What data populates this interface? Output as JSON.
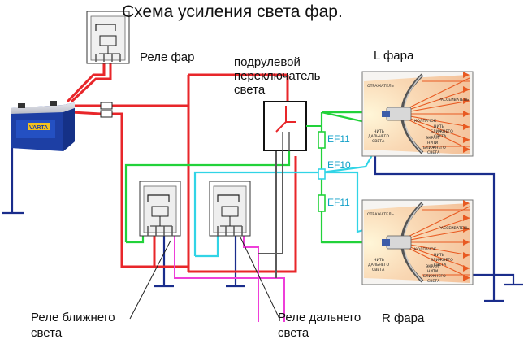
{
  "title": "Схема усиления света фар.",
  "labels": {
    "relay_headlights": "Реле фар",
    "steering_switch": [
      "подрулевой",
      "переключатель",
      "света"
    ],
    "left_headlight": "L фара",
    "right_headlight": "R фара",
    "relay_low": [
      "Реле ближнего",
      "света"
    ],
    "relay_high": [
      "Реле дальнего",
      "света"
    ]
  },
  "fuses": [
    "EF11",
    "EF10",
    "EF11"
  ],
  "battery": {
    "brand": "VARTA"
  },
  "headlight_parts": {
    "reflector": "ОТРАЖАТЕЛЬ",
    "diffuser": "РАССЕИВАТЕЛЬ",
    "cap": "КОЛПАЧОК",
    "low_filament": [
      "НИТЬ",
      "БЛИЖНЕГО",
      "СВЕТА"
    ],
    "high_filament": [
      "НИТЬ",
      "ДАЛЬНЕГО",
      "СВЕТА"
    ],
    "screen": [
      "ЭКРАН",
      "НИТИ",
      "БЛИЖНЕГО",
      "СВЕТА"
    ]
  },
  "wire_colors": {
    "power": "#e8262a",
    "ground": "#1a2d8c",
    "low_beam": "#22d23a",
    "high_beam": "#31d4e6",
    "control": "#ee3fd9",
    "control_dark": "#5a5a5a"
  }
}
